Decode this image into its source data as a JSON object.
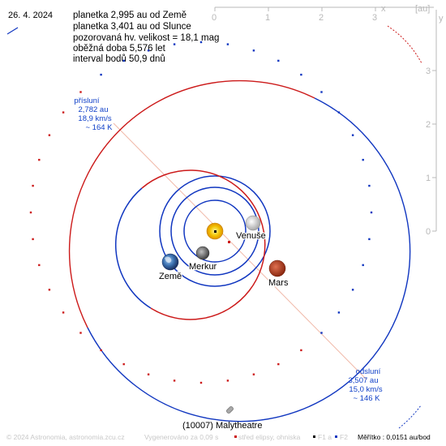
{
  "header": {
    "date": "26. 4. 2024",
    "info_lines": [
      "planetka 2,995 au od Země",
      "planetka 3,401 au od Slunce",
      "pozorovaná hv. velikost = 18,1 mag",
      "oběžná doba 5,576 let",
      "interval bodů 50,9 dnů"
    ]
  },
  "axes": {
    "unit": "[au]",
    "x_label": "x",
    "y_label": "y",
    "x_ticks": [
      "0",
      "1",
      "2",
      "3"
    ],
    "y_ticks": [
      "3",
      "2",
      "1",
      "0"
    ]
  },
  "perihelion": {
    "title": "přísluní",
    "distance": "2,782 au",
    "speed": "18,9 km/s",
    "temperature": "~ 164 K"
  },
  "aphelion": {
    "title": "odsluní",
    "distance": "3,507 au",
    "speed": "15,0 km/s",
    "temperature": "~ 146 K"
  },
  "bodies": {
    "earth": "Země",
    "mercury": "Merkur",
    "venus": "Venuše",
    "mars": "Mars",
    "asteroid": "(10007) Malytheatre"
  },
  "footer": {
    "copyright": "© 2024 Astronomia, astronomia.zcu.cz",
    "generated": "Vygenerováno za 0,09 s",
    "legend_center": "střed elipsy, ohniska",
    "legend_f1": "F1 a",
    "legend_f2": "F2",
    "scale": "Měřítko : 0,0151 au/bod"
  },
  "colors": {
    "above_ecliptic": "#cc1a1a",
    "below_ecliptic": "#1036c0",
    "sun": "#f2c200",
    "axis_gray": "#b8b8b8",
    "apsis_line": "#f0b8a8"
  }
}
